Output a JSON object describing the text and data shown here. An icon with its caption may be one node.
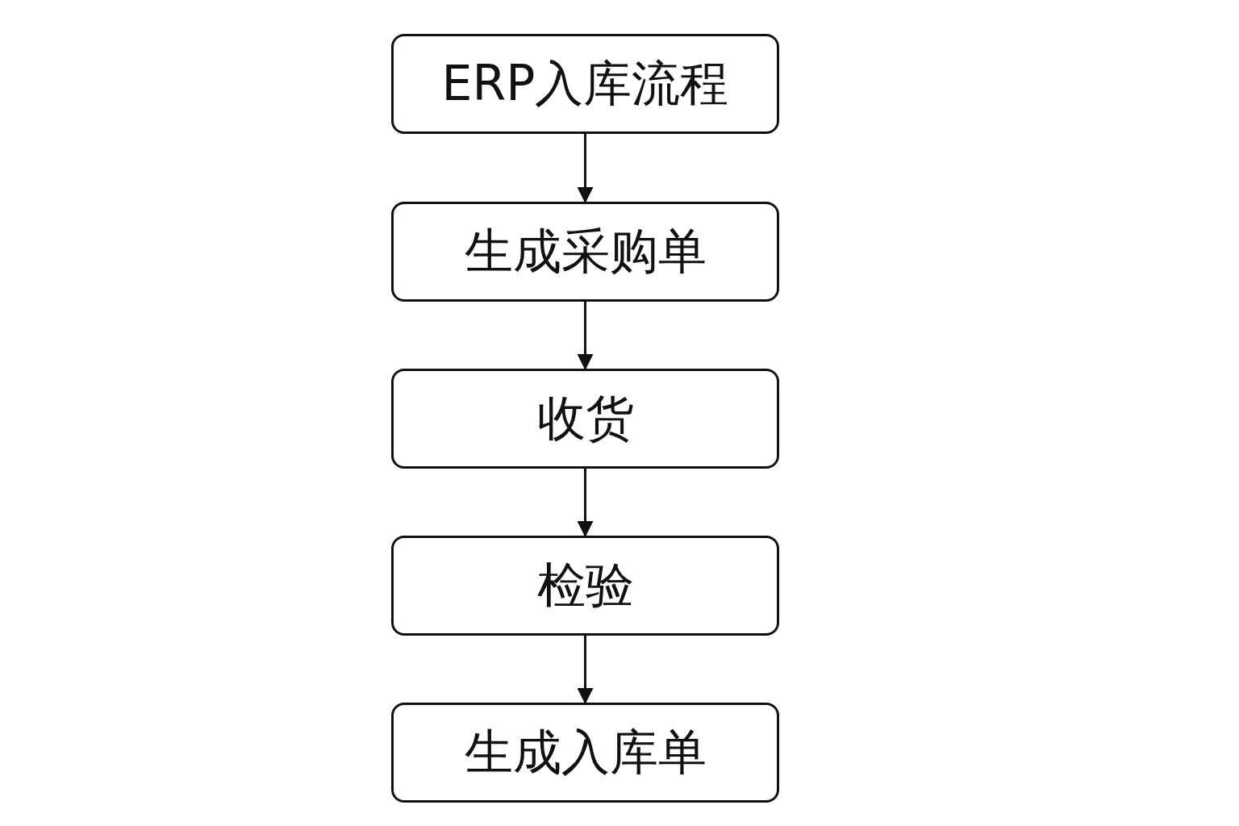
{
  "diagram": {
    "nodes": [
      {
        "text": [
          "ERP入库流程"
        ]
      },
      {
        "text": [
          "生成采购单"
        ]
      },
      {
        "text": [
          "收货"
        ]
      },
      {
        "text": [
          "检验"
        ]
      },
      {
        "text": [
          "生成入库单"
        ]
      }
    ],
    "edges": [
      {
        "from": 0,
        "to": 1,
        "arrow": "to"
      },
      {
        "from": 1,
        "to": 2,
        "arrow": "to"
      },
      {
        "from": 2,
        "to": 3,
        "arrow": "to"
      },
      {
        "from": 3,
        "to": 4,
        "arrow": "to"
      }
    ]
  }
}
